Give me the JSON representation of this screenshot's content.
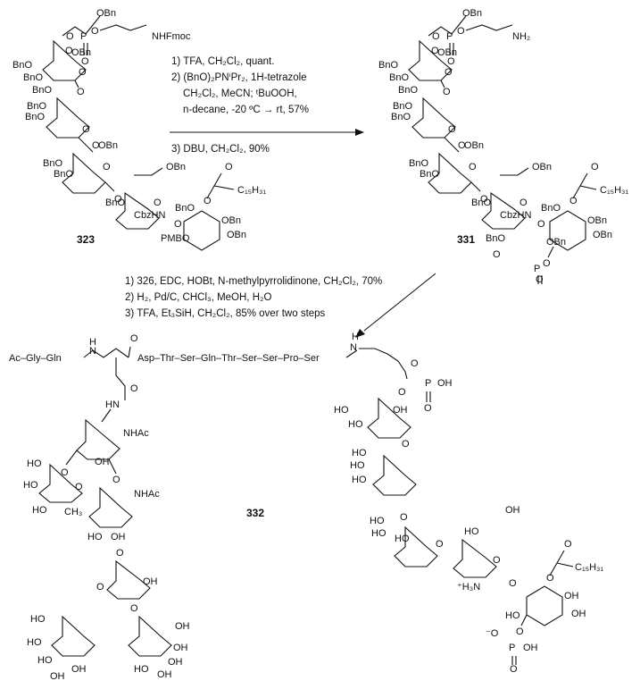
{
  "compounds": {
    "start": "323",
    "intermediate": "331",
    "product": "332"
  },
  "step1_conditions": [
    "1) TFA, CH₂Cl₂, quant.",
    "2) (BnO)₂PNⁱPr₂, 1H-tetrazole",
    "CH₂Cl₂, MeCN; ᵗBuOOH,",
    "n-decane, -20 ºC → rt, 57%",
    "3) DBU, CH₂Cl₂, 90%"
  ],
  "step2_conditions": [
    "1) 326, EDC, HOBt, N-methylpyrrolidinone, CH₂Cl₂, 70%",
    "2) H₂, Pd/C, CHCl₃, MeOH, H₂O",
    "3) TFA, Et₃SiH, CH₂Cl₂, 85% over two steps"
  ],
  "peptide_sequence": "Ac–Gly–Gln",
  "peptide_sequence_2": "Asp–Thr–Ser–Gln–Thr–Ser–Ser–Pro–Ser",
  "labels": {
    "obn": "OBn",
    "bno": "BnO",
    "bn": "Bn",
    "o": "O",
    "p": "P",
    "nhfmoc": "NHFmoc",
    "nh2": "NH₂",
    "c15h31": "C₁₅H₃₁",
    "cbzhn": "CbzHN",
    "pmbo": "PMBO",
    "oh": "OH",
    "ho": "HO",
    "nhac": "NHAc",
    "ch3": "CH₃",
    "h3n": "⁺H₃N",
    "h": "H",
    "hn": "HN",
    "n": "N",
    "ominus": "⁻O"
  }
}
